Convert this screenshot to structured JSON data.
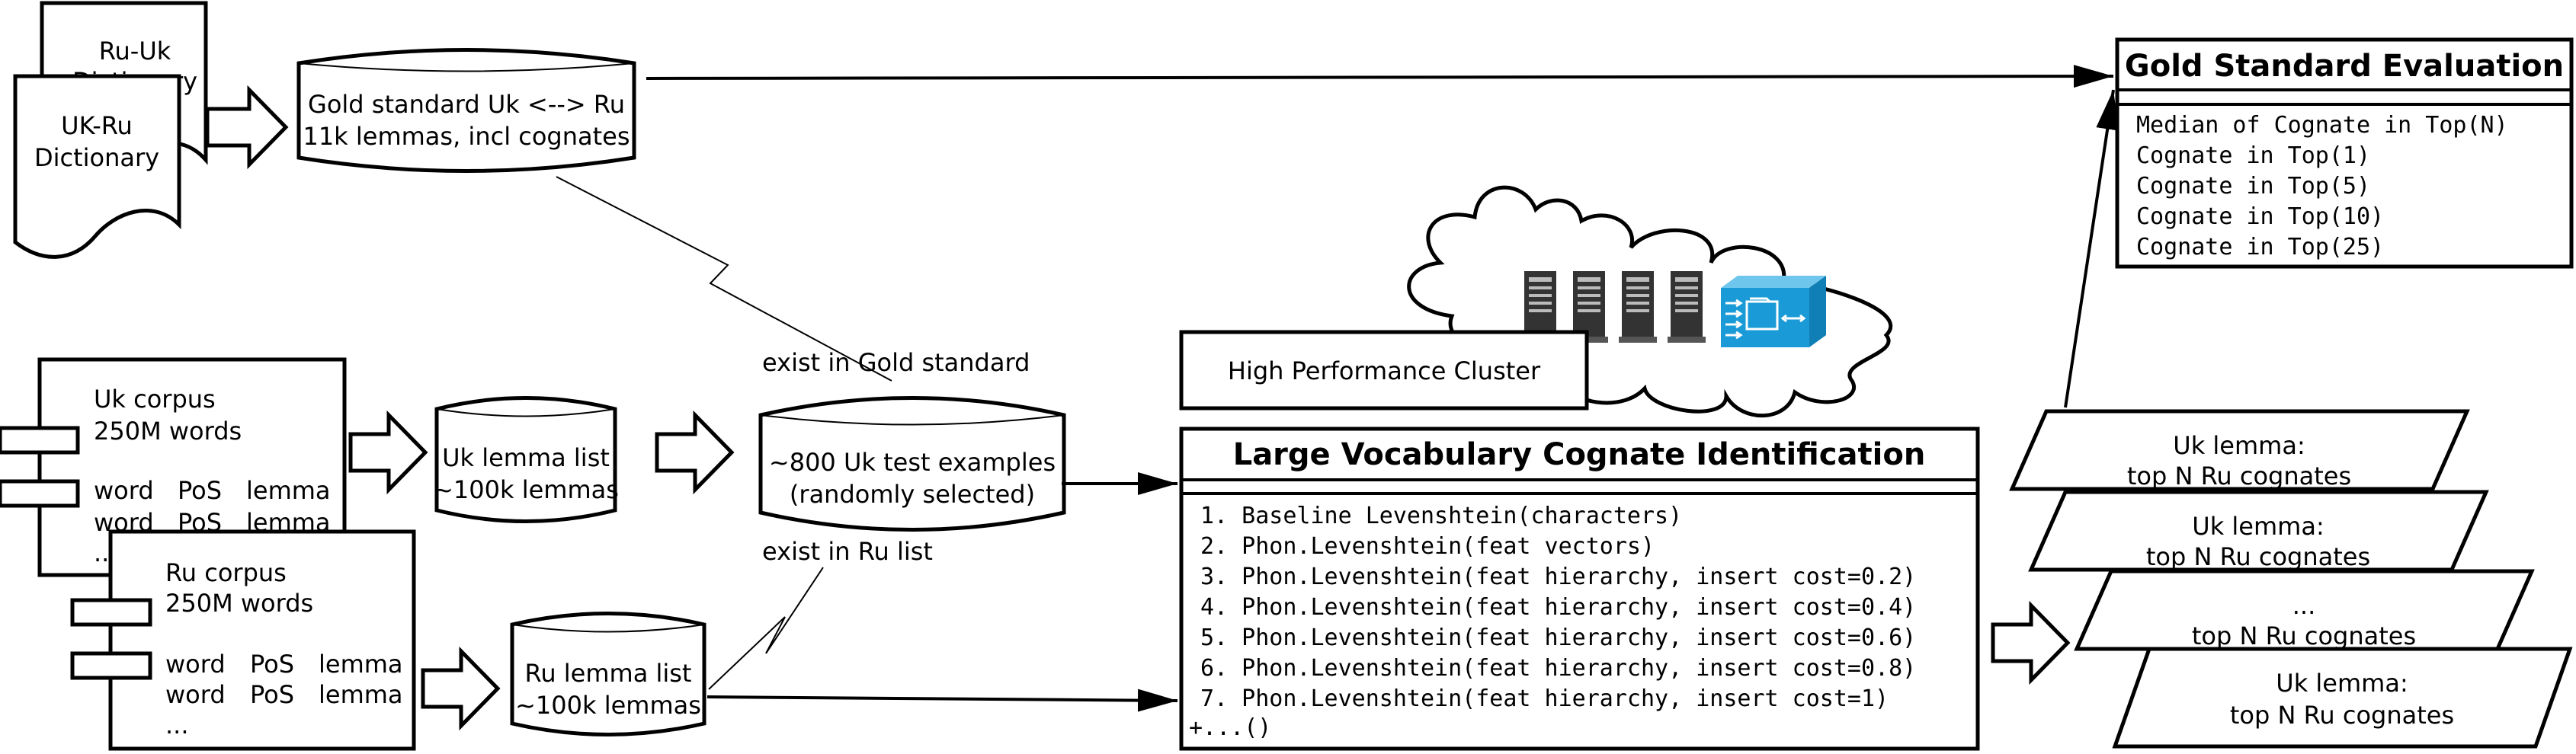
{
  "dictionaries": {
    "ru_uk": [
      "Ru-Uk",
      "Dictionary"
    ],
    "uk_ru": [
      "UK-Ru",
      "Dictionary"
    ]
  },
  "gold_standard_db": [
    "Gold standard Uk <--> Ru",
    "11k lemmas, incl cognates"
  ],
  "uk_corpus": {
    "lines": [
      "Uk corpus",
      "250M words"
    ],
    "rows": [
      [
        "word",
        "PoS",
        "lemma"
      ],
      [
        "word",
        "PoS",
        "lemma"
      ]
    ],
    "more": "..."
  },
  "ru_corpus": {
    "lines": [
      "Ru corpus",
      "250M words"
    ],
    "rows": [
      [
        "word",
        "PoS",
        "lemma"
      ],
      [
        "word",
        "PoS",
        "lemma"
      ]
    ],
    "more": "..."
  },
  "uk_lemma_db": [
    "Uk lemma list",
    "~100k lemmas"
  ],
  "ru_lemma_db": [
    "Ru lemma list",
    "~100k lemmas"
  ],
  "test_examples_db": [
    "~800 Uk test examples",
    "(randomly selected)"
  ],
  "annotations": {
    "exist_gold": "exist in Gold standard",
    "exist_ru": "exist in Ru list"
  },
  "hpc": {
    "label": "High Performance Cluster",
    "accent": "#1a9bd7"
  },
  "lvci": {
    "title": "Large Vocabulary Cognate Identification",
    "methods": [
      "1. Baseline Levenshtein(characters)",
      "2. Phon.Levenshtein(feat vectors)",
      "3. Phon.Levenshtein(feat hierarchy, insert cost=0.2)",
      "4. Phon.Levenshtein(feat hierarchy, insert cost=0.4)",
      "5. Phon.Levenshtein(feat hierarchy, insert cost=0.6)",
      "6. Phon.Levenshtein(feat hierarchy, insert cost=0.8)",
      "7. Phon.Levenshtein(feat hierarchy, insert cost=1)",
      "+...()"
    ]
  },
  "gold_eval": {
    "title": "Gold Standard Evaluation",
    "metrics": [
      "Median of Cognate in Top(N)",
      "Cognate in Top(1)",
      "Cognate in Top(5)",
      "Cognate in Top(10)",
      "Cognate in Top(25)"
    ]
  },
  "outputs": [
    [
      "Uk lemma:",
      "top N Ru cognates"
    ],
    [
      "Uk lemma:",
      "top N Ru cognates"
    ],
    [
      "...",
      "top N Ru cognates"
    ],
    [
      "Uk lemma:",
      "top N Ru cognates"
    ]
  ]
}
